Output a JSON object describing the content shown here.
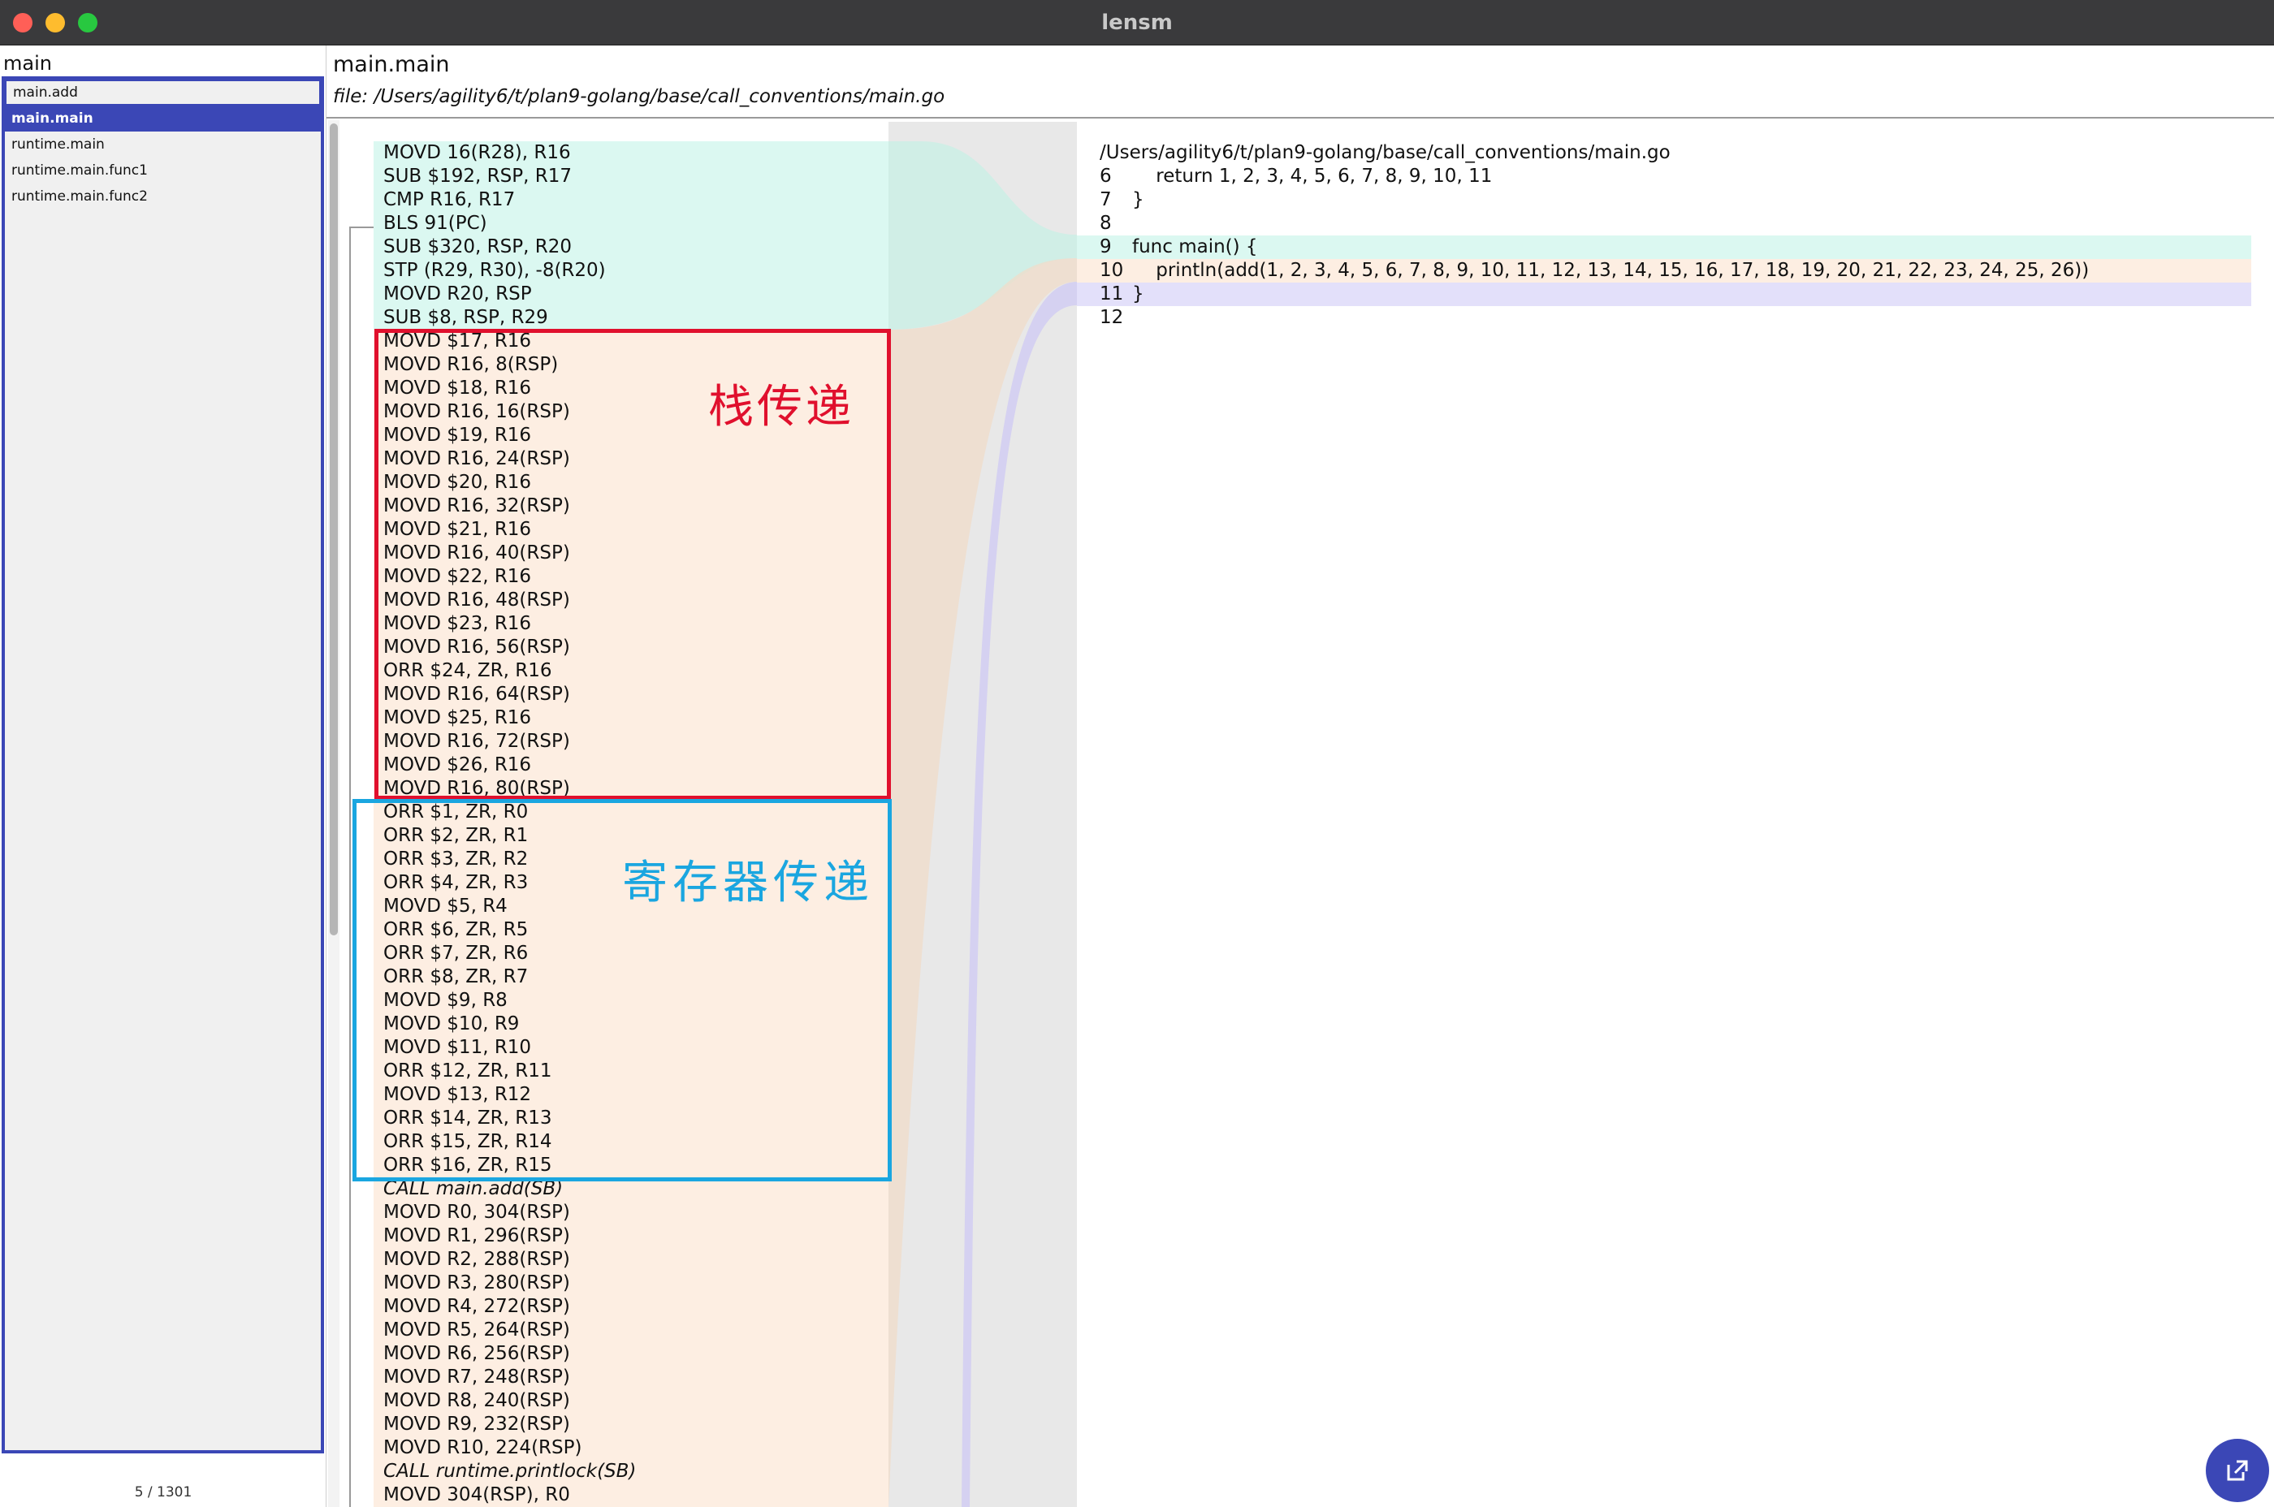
{
  "window": {
    "title": "lensm"
  },
  "sidebar": {
    "filter_value": "main",
    "functions": [
      "main.add",
      "main.main",
      "runtime.main",
      "runtime.main.func1",
      "runtime.main.func2"
    ],
    "selected": "main.main",
    "count": "5 / 1301"
  },
  "header": {
    "title": "main.main",
    "file": "file: /Users/agility6/t/plan9-golang/base/call_conventions/main.go"
  },
  "asm": [
    "MOVD 16(R28), R16",
    "SUB $192, RSP, R17",
    "CMP R16, R17",
    "BLS 91(PC)",
    "SUB $320, RSP, R20",
    "STP (R29, R30), -8(R20)",
    "MOVD R20, RSP",
    "SUB $8, RSP, R29",
    "MOVD $17, R16",
    "MOVD R16, 8(RSP)",
    "MOVD $18, R16",
    "MOVD R16, 16(RSP)",
    "MOVD $19, R16",
    "MOVD R16, 24(RSP)",
    "MOVD $20, R16",
    "MOVD R16, 32(RSP)",
    "MOVD $21, R16",
    "MOVD R16, 40(RSP)",
    "MOVD $22, R16",
    "MOVD R16, 48(RSP)",
    "MOVD $23, R16",
    "MOVD R16, 56(RSP)",
    "ORR $24, ZR, R16",
    "MOVD R16, 64(RSP)",
    "MOVD $25, R16",
    "MOVD R16, 72(RSP)",
    "MOVD $26, R16",
    "MOVD R16, 80(RSP)",
    "ORR $1, ZR, R0",
    "ORR $2, ZR, R1",
    "ORR $3, ZR, R2",
    "ORR $4, ZR, R3",
    "MOVD $5, R4",
    "ORR $6, ZR, R5",
    "ORR $7, ZR, R6",
    "ORR $8, ZR, R7",
    "MOVD $9, R8",
    "MOVD $10, R9",
    "MOVD $11, R10",
    "ORR $12, ZR, R11",
    "MOVD $13, R12",
    "ORR $14, ZR, R13",
    "ORR $15, ZR, R14",
    "ORR $16, ZR, R15",
    "CALL main.add(SB)",
    "MOVD R0, 304(RSP)",
    "MOVD R1, 296(RSP)",
    "MOVD R2, 288(RSP)",
    "MOVD R3, 280(RSP)",
    "MOVD R4, 272(RSP)",
    "MOVD R5, 264(RSP)",
    "MOVD R6, 256(RSP)",
    "MOVD R7, 248(RSP)",
    "MOVD R8, 240(RSP)",
    "MOVD R9, 232(RSP)",
    "MOVD R10, 224(RSP)",
    "CALL runtime.printlock(SB)",
    "MOVD 304(RSP), R0"
  ],
  "annotations": {
    "stack": "栈传递",
    "register": "寄存器传递"
  },
  "source": {
    "path": "/Users/agility6/t/plan9-golang/base/call_conventions/main.go",
    "lines": [
      {
        "num": "6",
        "code": "    return 1, 2, 3, 4, 5, 6, 7, 8, 9, 10, 11"
      },
      {
        "num": "7",
        "code": "}"
      },
      {
        "num": "8",
        "code": ""
      },
      {
        "num": "9",
        "code": "func main() {"
      },
      {
        "num": "10",
        "code": "    println(add(1, 2, 3, 4, 5, 6, 7, 8, 9, 10, 11, 12, 13, 14, 15, 16, 17, 18, 19, 20, 21, 22, 23, 24, 25, 26))"
      },
      {
        "num": "11",
        "code": "}"
      },
      {
        "num": "12",
        "code": ""
      }
    ]
  },
  "colors": {
    "accent": "#3b47b6",
    "highlight_cyan": "#dbf8f1",
    "highlight_orange": "#fdeee2",
    "highlight_purple": "#e3e0fa",
    "annotation_red": "#e0102d",
    "annotation_blue": "#1aa6e0"
  },
  "icons": {
    "fab": "open-external-icon"
  }
}
